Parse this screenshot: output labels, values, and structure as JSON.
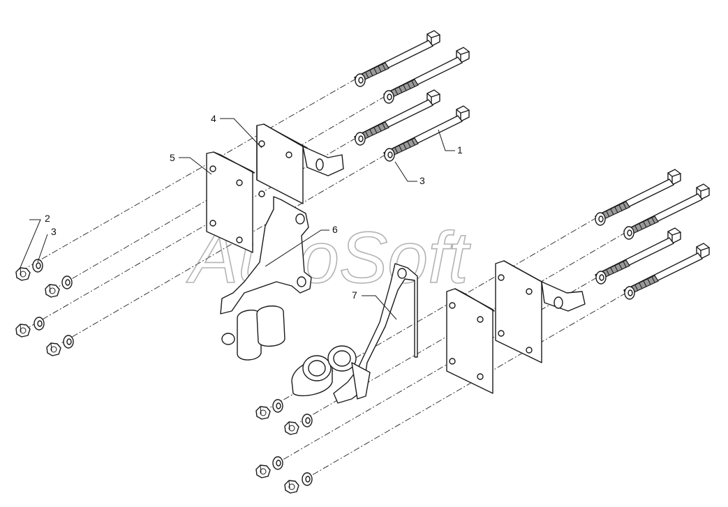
{
  "watermark": "AutoSoft",
  "callouts": [
    {
      "id": "1",
      "text": "1"
    },
    {
      "id": "2",
      "text": "2"
    },
    {
      "id": "3a",
      "text": "3"
    },
    {
      "id": "3b",
      "text": "3"
    },
    {
      "id": "4",
      "text": "4"
    },
    {
      "id": "5",
      "text": "5"
    },
    {
      "id": "6",
      "text": "6"
    },
    {
      "id": "7",
      "text": "7"
    }
  ],
  "colors": {
    "line": "#1a1a1a",
    "thread": "#9a9a9a",
    "watermark": "#9a9a9a"
  }
}
